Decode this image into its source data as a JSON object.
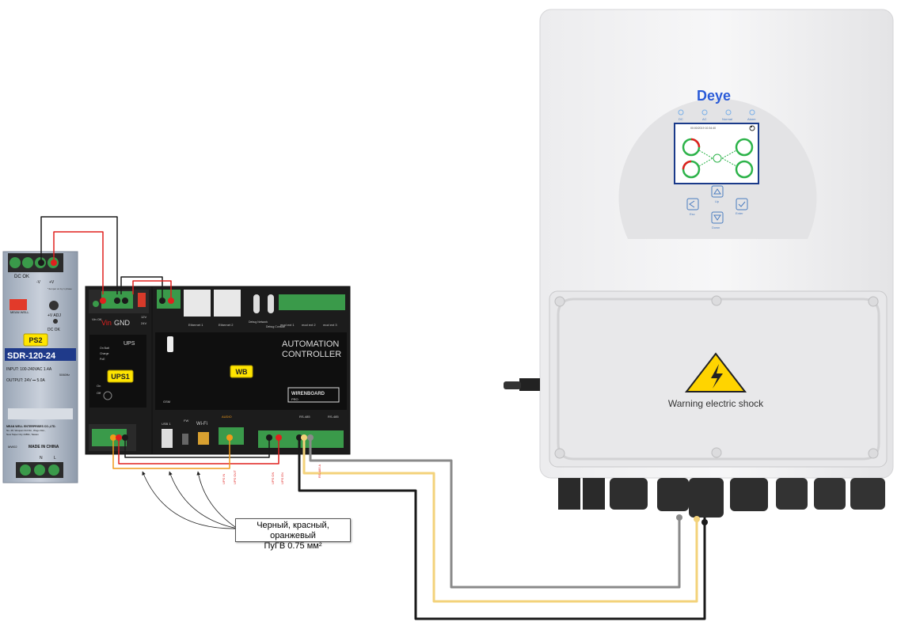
{
  "ps2": {
    "badge": "PS2",
    "dc_ok": "DC OK",
    "minus_v": "-V",
    "plus_v": "+V",
    "jumper_note": "*Jumper on by 1 phase",
    "brand": "MEAN WELL",
    "adj": "+V ADJ",
    "dc_ok2": "DC OK",
    "model": "SDR-120-24",
    "input": "INPUT: 100-240VAC 1.4A",
    "freq": "50/60Hz",
    "output": "OUTPUT:  24V ⎓ 5.0A",
    "company": "MEAN WELL ENTERPRISES CO.,LTD.",
    "addr1": "No. 28, Wuquan 3rd Rd., Wugu Dist.,",
    "addr2": "New Taipei City 24891, Taiwan",
    "made": "MADE IN CHINA",
    "mw": "MW02",
    "lbl_l": "L",
    "lbl_n": "N"
  },
  "ups": {
    "badge": "UPS1",
    "title": "UPS",
    "vin_ok": "Vin OK",
    "vin": "Vin",
    "gnd": "GND",
    "v12": "12V",
    "v24": "24V",
    "status1": "On Batt",
    "status2": "Charge",
    "status3": "PoE",
    "on": "On",
    "off": "Off"
  },
  "wb": {
    "badge": "WB",
    "title1": "AUTOMATION",
    "title2": "CONTROLLER",
    "brand": "WIRENBOARD",
    "pro": "PRO",
    "eth1": "Ethernet 1",
    "eth2": "Ethernet 2",
    "debug_net": "Debug Network",
    "debug_console": "Debug Console",
    "mod1": "mod ext 1",
    "mod2": "mod ext 2",
    "mod3": "mod ext 3",
    "usb1": "USB 1",
    "fw": "FW",
    "wifi": "Wi-Fi",
    "audio": "AUDIO",
    "rs485_1": "RS-485",
    "rs485_2": "RS-485",
    "gsm": "GSM",
    "ups_on": "UPS ON"
  },
  "wire_labels": {
    "ups_in": "UPS IN",
    "ups_out": "UPS OUT",
    "ups_on": "UPS ON",
    "ups_en": "UPS EN",
    "rs": "RS-485 A"
  },
  "inverter": {
    "brand": "Deye",
    "led_dc": "DC",
    "led_ac": "AC",
    "led_normal": "Normal",
    "led_alarm": "Alarm",
    "screen_time": "00:00/2019  10:34:40",
    "btn_esc": "Esc",
    "btn_up": "Up",
    "btn_down": "Down",
    "btn_enter": "Enter",
    "warning": "Warning electric shock"
  },
  "caption": {
    "line1": "Черный, красный, оранжевый",
    "line2": "ПуГВ 0.75 мм²"
  },
  "colors": {
    "red": "#e0201e",
    "black": "#1a1a1a",
    "orange": "#f09a1a",
    "yellow": "#f3d27a",
    "gray": "#8a8a8a",
    "badge": "#ffe500",
    "terminal_green": "#3a9a4a"
  }
}
